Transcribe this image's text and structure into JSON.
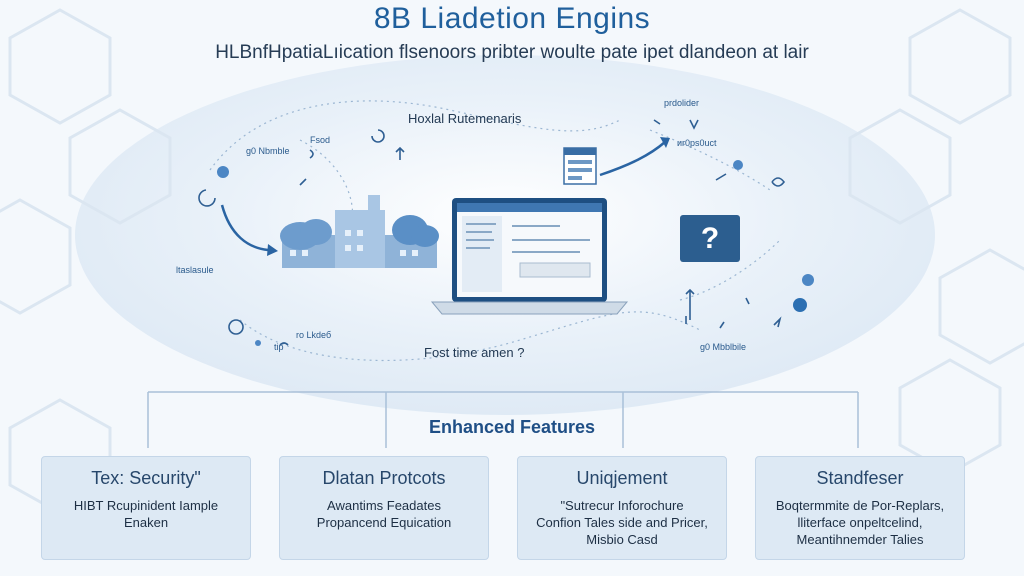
{
  "header": {
    "title": "8B Liadetion Engins",
    "subtitle": "HLBnfHpatiaLıication flsenoors pribter woulte pate ipet dlandeon at lair"
  },
  "diagram": {
    "top_label": "Hoxlal Rutemenaris",
    "bottom_label": "Fost time amen ?",
    "small_labels": [
      "g0 Nbmblе",
      "ltaslasule",
      "rо Lkdeб",
      "tip",
      "Fsod",
      "prdolider",
      "иr0рs0uct",
      "g0 Mbblbile"
    ],
    "question_symbol": "?"
  },
  "features": {
    "heading": "Enhanced Features",
    "cards": [
      {
        "title": "Tex: Security\"",
        "lines": [
          "HIBT Rcupinident Iample",
          "Enaken"
        ]
      },
      {
        "title": "Dlatan Protcots",
        "lines": [
          "Awantims Feadates",
          "Propancend Equication"
        ]
      },
      {
        "title": "Uniqjement",
        "lines": [
          "\"Sutrecur Inforochure",
          "Confion Tales side and Pricer,",
          "Misbio Casd"
        ]
      },
      {
        "title": "Standfeser",
        "lines": [
          "Boqtermmite de Por-Replars,",
          "lliterface onpeltcelind,",
          "Meantihnemder Talies"
        ]
      }
    ]
  },
  "colors": {
    "accent": "#1f5f9c",
    "dark_blue": "#1d4f86",
    "card_bg": "#dde9f4",
    "question_box": "#2c5e8f"
  }
}
